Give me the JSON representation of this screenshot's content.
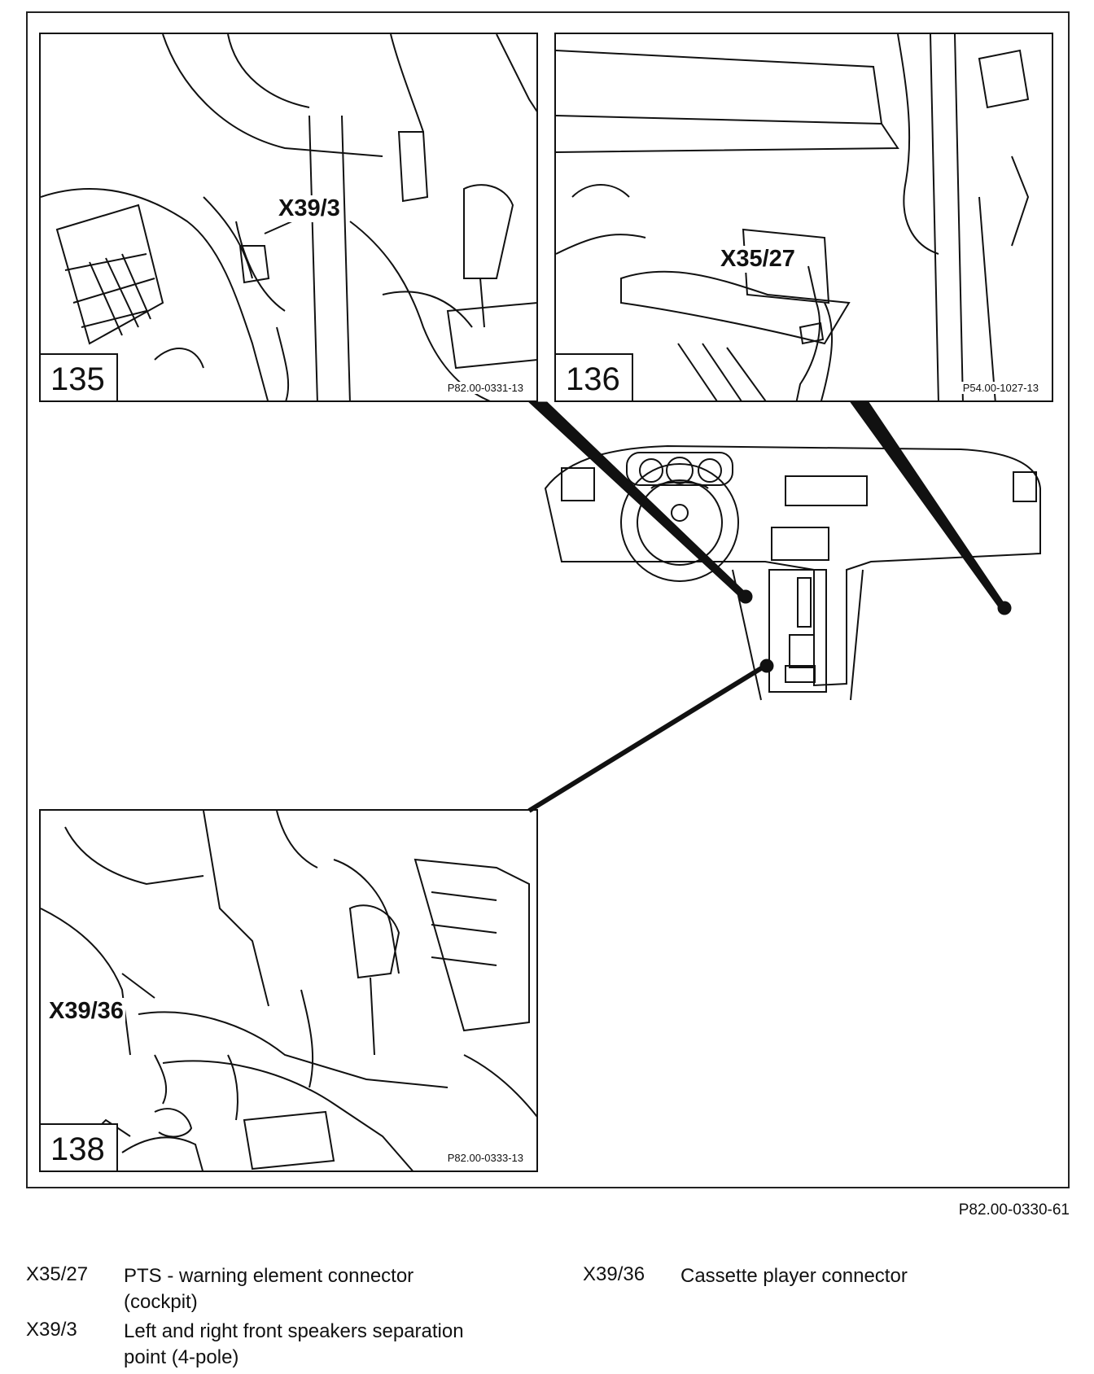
{
  "panels": [
    {
      "number": "135",
      "code": "P82.00-0331-13",
      "callout": "X39/3"
    },
    {
      "number": "136",
      "code": "P54.00-1027-13",
      "callout": "X35/27"
    },
    {
      "number": "138",
      "code": "P82.00-0333-13",
      "callout": "X39/36"
    }
  ],
  "figure_ref": "P82.00-0330-61",
  "legend": [
    {
      "key": "X35/27",
      "text": "PTS - warning element connector (cockpit)"
    },
    {
      "key": "X39/3",
      "text": "Left and right front speakers separation point (4-pole)"
    },
    {
      "key": "X39/36",
      "text": "Cassette player connector"
    }
  ]
}
